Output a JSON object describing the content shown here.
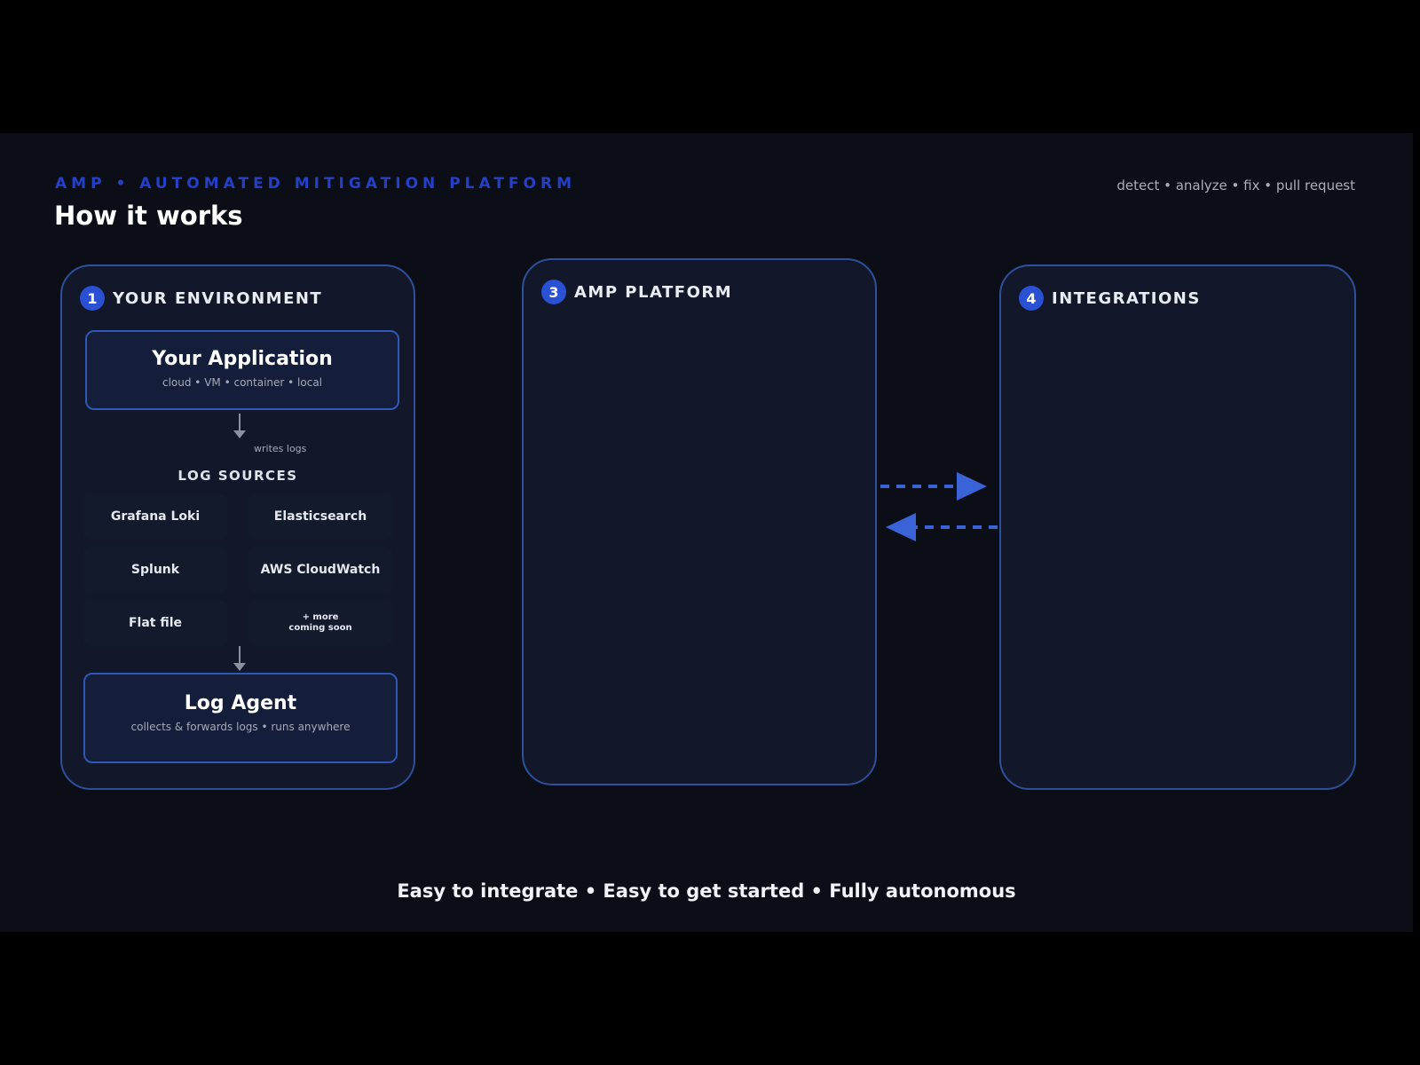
{
  "header": {
    "eyebrow": "AMP • AUTOMATED MITIGATION PLATFORM",
    "title": "How it works",
    "tagline": "detect • analyze • fix • pull request"
  },
  "environment": {
    "step": "1",
    "title": "YOUR ENVIRONMENT",
    "app_title": "Your Application",
    "app_sub": "cloud • VM • container • local",
    "writes_logs": "writes logs",
    "sources_title": "LOG SOURCES",
    "sources": [
      "Grafana Loki",
      "Elasticsearch",
      "Splunk",
      "AWS CloudWatch",
      "Flat file"
    ],
    "more_line1": "+ more",
    "more_line2": "coming soon",
    "agent_title": "Log Agent",
    "agent_sub": "collects & forwards logs • runs anywhere"
  },
  "platform": {
    "step": "3",
    "title": "AMP PLATFORM"
  },
  "integrations": {
    "step": "4",
    "title": "INTEGRATIONS"
  },
  "footer": "Easy to integrate • Easy to get started • Fully autonomous",
  "colors": {
    "accent": "#2a50d4",
    "panel_border": "#2e4f9a",
    "background": "#0b0e17",
    "arrow": "#3a63d8"
  }
}
